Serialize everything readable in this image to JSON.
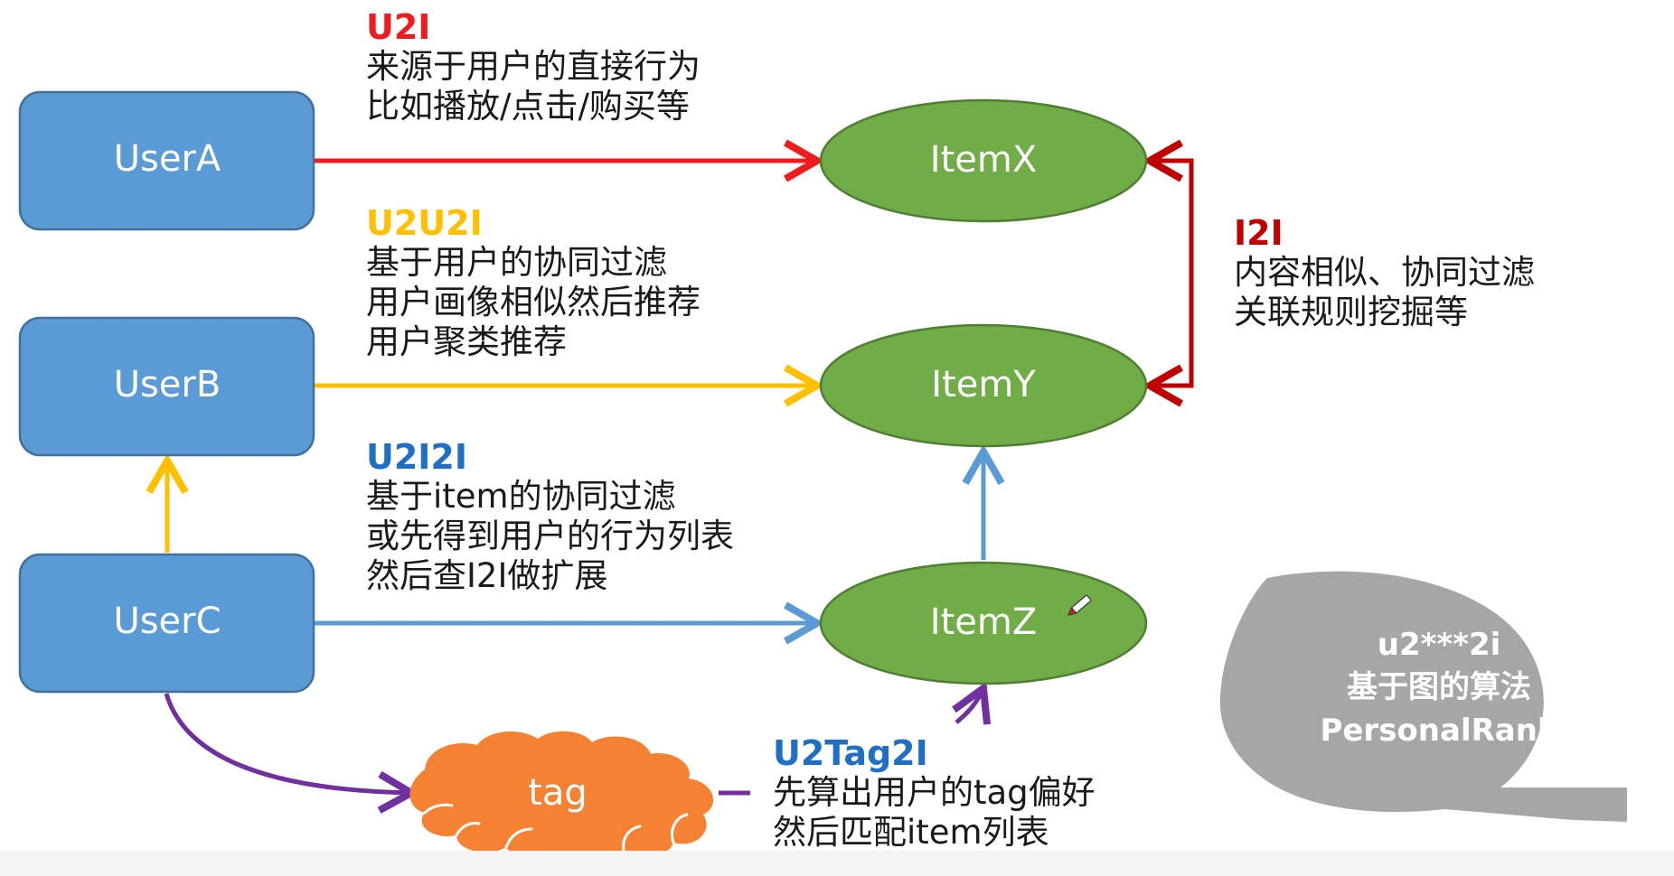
{
  "colors": {
    "box_fill": "#5b9bd5",
    "box_stroke": "#41719c",
    "oval_fill": "#70ad47",
    "oval_stroke": "#507e32",
    "cloud_fill": "#f58232",
    "bubble_fill": "#a6a6a6",
    "red": "#ee1c1c",
    "orange": "#ffc000",
    "blue": "#5b9bd5",
    "purple": "#7030a0",
    "dark_red": "#c00000",
    "dark_blue": "#1f6fc5"
  },
  "users": {
    "a": "UserA",
    "b": "UserB",
    "c": "UserC"
  },
  "items": {
    "x": "ItemX",
    "y": "ItemY",
    "z": "ItemZ"
  },
  "tag": {
    "label": "tag"
  },
  "annotations": {
    "u2i": {
      "title": "U2I",
      "lines": [
        "来源于用户的直接行为",
        "比如播放/点击/购买等"
      ]
    },
    "u2u2i": {
      "title": "U2U2I",
      "lines": [
        "基于用户的协同过滤",
        "用户画像相似然后推荐",
        "用户聚类推荐"
      ]
    },
    "u2i2i": {
      "title": "U2I2I",
      "lines": [
        "基于item的协同过滤",
        "或先得到用户的行为列表",
        "然后查I2I做扩展"
      ]
    },
    "i2i": {
      "title": "I2I",
      "lines": [
        "内容相似、协同过滤",
        "关联规则挖掘等"
      ]
    },
    "u2tag2i": {
      "title": "U2Tag2I",
      "lines": [
        "先算出用户的tag偏好",
        "然后匹配item列表"
      ]
    }
  },
  "bubble": {
    "lines": [
      "u2***2i",
      "基于图的算法",
      "PersonalRank"
    ]
  }
}
